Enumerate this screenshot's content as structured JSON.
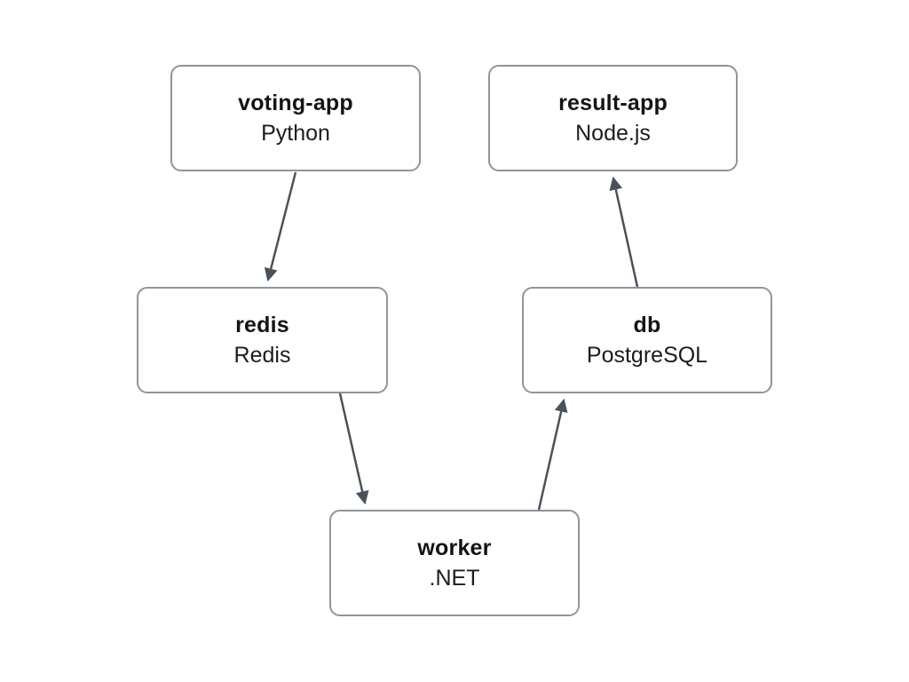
{
  "diagram": {
    "type": "flowchart",
    "background_color": "#ffffff",
    "node_border_color": "#8e959c",
    "node_fill_color": "#ffffff",
    "arrow_color": "#4a515a",
    "text_color": "#141414",
    "nodes": [
      {
        "id": "voting-app",
        "title": "voting-app",
        "subtitle": "Python"
      },
      {
        "id": "result-app",
        "title": "result-app",
        "subtitle": "Node.js"
      },
      {
        "id": "redis",
        "title": "redis",
        "subtitle": "Redis"
      },
      {
        "id": "db",
        "title": "db",
        "subtitle": "PostgreSQL"
      },
      {
        "id": "worker",
        "title": "worker",
        "subtitle": ".NET"
      }
    ],
    "edges": [
      {
        "from": "voting-app",
        "to": "redis"
      },
      {
        "from": "redis",
        "to": "worker"
      },
      {
        "from": "worker",
        "to": "db"
      },
      {
        "from": "db",
        "to": "result-app"
      }
    ]
  }
}
